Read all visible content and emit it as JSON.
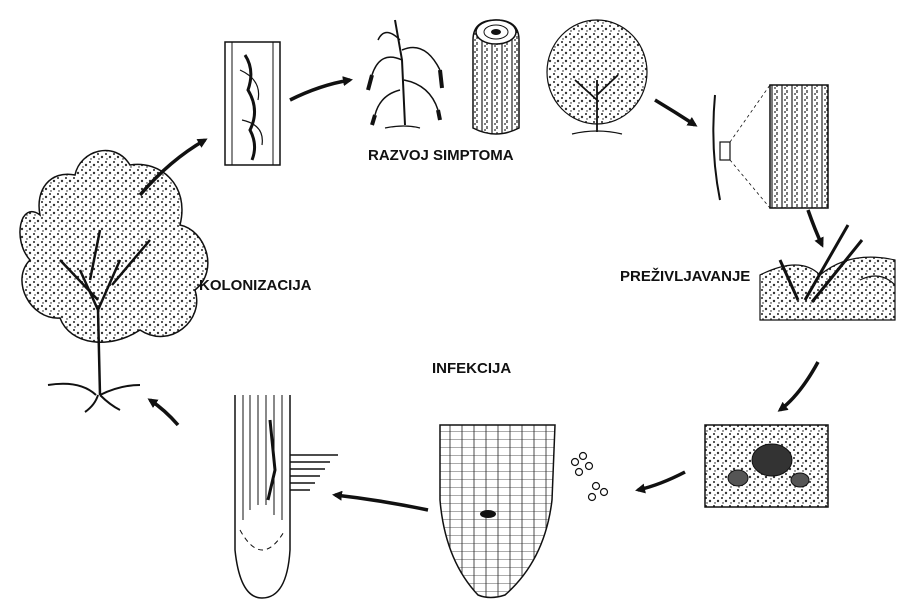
{
  "diagram": {
    "labels": {
      "symptoms": "RAZVOJ SIMPTOMA",
      "survival": "PREŽIVLJAVANJE",
      "infection": "INFEKCIJA",
      "colonization": "KOLONIZACIJA"
    },
    "colors": {
      "ink": "#111111",
      "background": "#ffffff"
    }
  }
}
